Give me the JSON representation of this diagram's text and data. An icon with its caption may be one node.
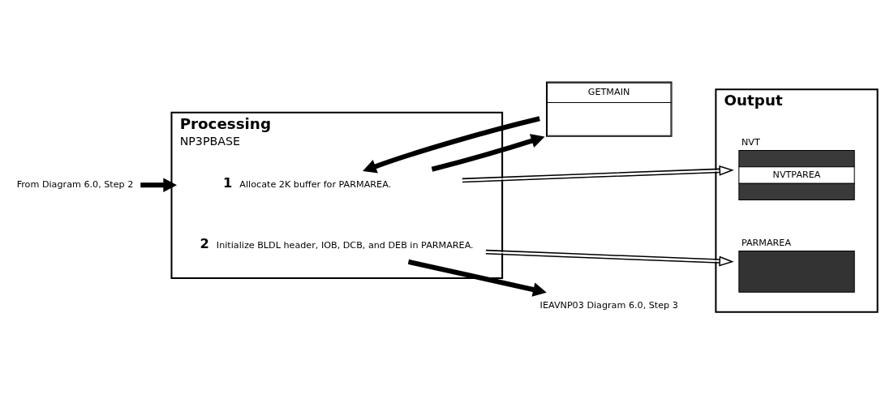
{
  "diagram": {
    "nodes": [
      {
        "text": [
          "From Diagram 6.0, Step 2"
        ]
      },
      {
        "text": [
          "Processing",
          "NP3PBASE"
        ]
      },
      {
        "text": [
          "1",
          "Allocate 2K buffer for PARMAREA."
        ],
        "in": 1
      },
      {
        "text": [
          "2",
          "Initialize BLDL header, IOB, DCB, and DEB in PARMAREA."
        ],
        "in": 1
      },
      {
        "text": [
          "GETMAIN"
        ]
      },
      {
        "text": [
          "Output"
        ]
      },
      {
        "text": [
          "NVT",
          "NVTPAREA"
        ],
        "in": 5
      },
      {
        "text": [
          "PARMAREA"
        ],
        "in": 5
      },
      {
        "text": [
          "IEAVNP03 Diagram 6.0, Step 3"
        ]
      }
    ],
    "edges": [
      {
        "from": 0,
        "to": 1,
        "arrow": "to"
      },
      {
        "from": 2,
        "to": 4,
        "arrow": "to"
      },
      {
        "from": 4,
        "to": 2,
        "arrow": "to"
      },
      {
        "from": 2,
        "to": 6,
        "arrow": "to",
        "color": "#ffffff"
      },
      {
        "from": 3,
        "to": 7,
        "arrow": "to",
        "color": "#ffffff"
      },
      {
        "from": 3,
        "to": 8,
        "arrow": "to"
      }
    ]
  }
}
